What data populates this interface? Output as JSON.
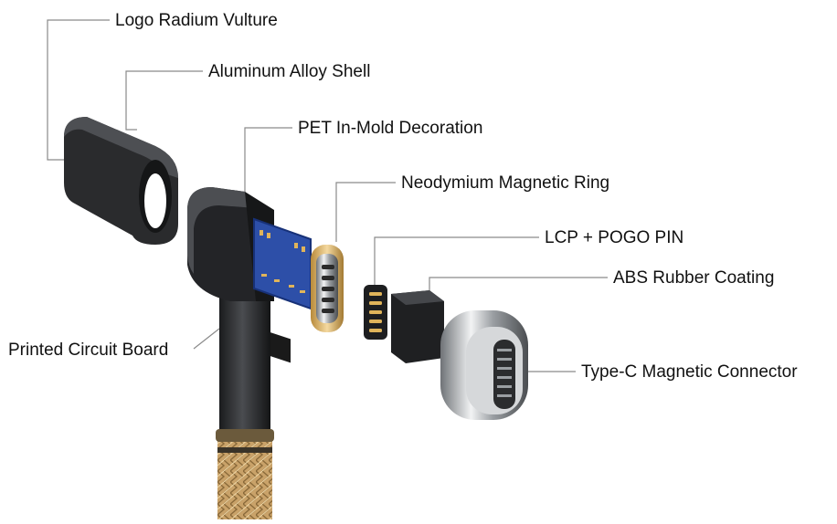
{
  "labels": {
    "logo": "Logo Radium Vulture",
    "shell": "Aluminum Alloy Shell",
    "pet": "PET In-Mold Decoration",
    "magnet": "Neodymium Magnetic Ring",
    "lcp": "LCP + POGO PIN",
    "abs": "ABS Rubber Coating",
    "typec": "Type-C Magnetic Connector",
    "pcb": "Printed Circuit Board"
  }
}
